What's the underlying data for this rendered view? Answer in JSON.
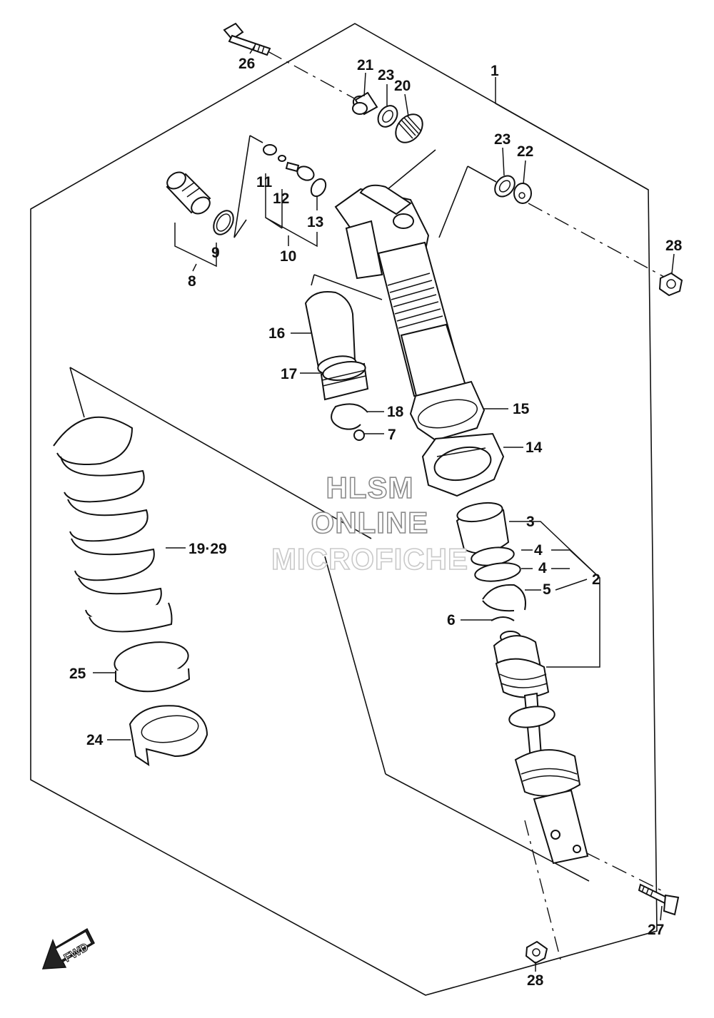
{
  "callouts": {
    "c1": "1",
    "c2": "2",
    "c3": "3",
    "c4a": "4",
    "c4b": "4",
    "c5": "5",
    "c6": "6",
    "c7": "7",
    "c8": "8",
    "c9": "9",
    "c10": "10",
    "c11": "11",
    "c12": "12",
    "c13": "13",
    "c14": "14",
    "c15": "15",
    "c16": "16",
    "c17": "17",
    "c18": "18",
    "c19_29": "19·29",
    "c20": "20",
    "c21": "21",
    "c22": "22",
    "c23a": "23",
    "c23b": "23",
    "c24": "24",
    "c25": "25",
    "c26": "26",
    "c27": "27",
    "c28a": "28",
    "c28b": "28"
  },
  "watermark": {
    "line1": "HLSM",
    "line2": "ONLINE",
    "line3": "MICROFICHE"
  },
  "fwd_label": "FWD"
}
